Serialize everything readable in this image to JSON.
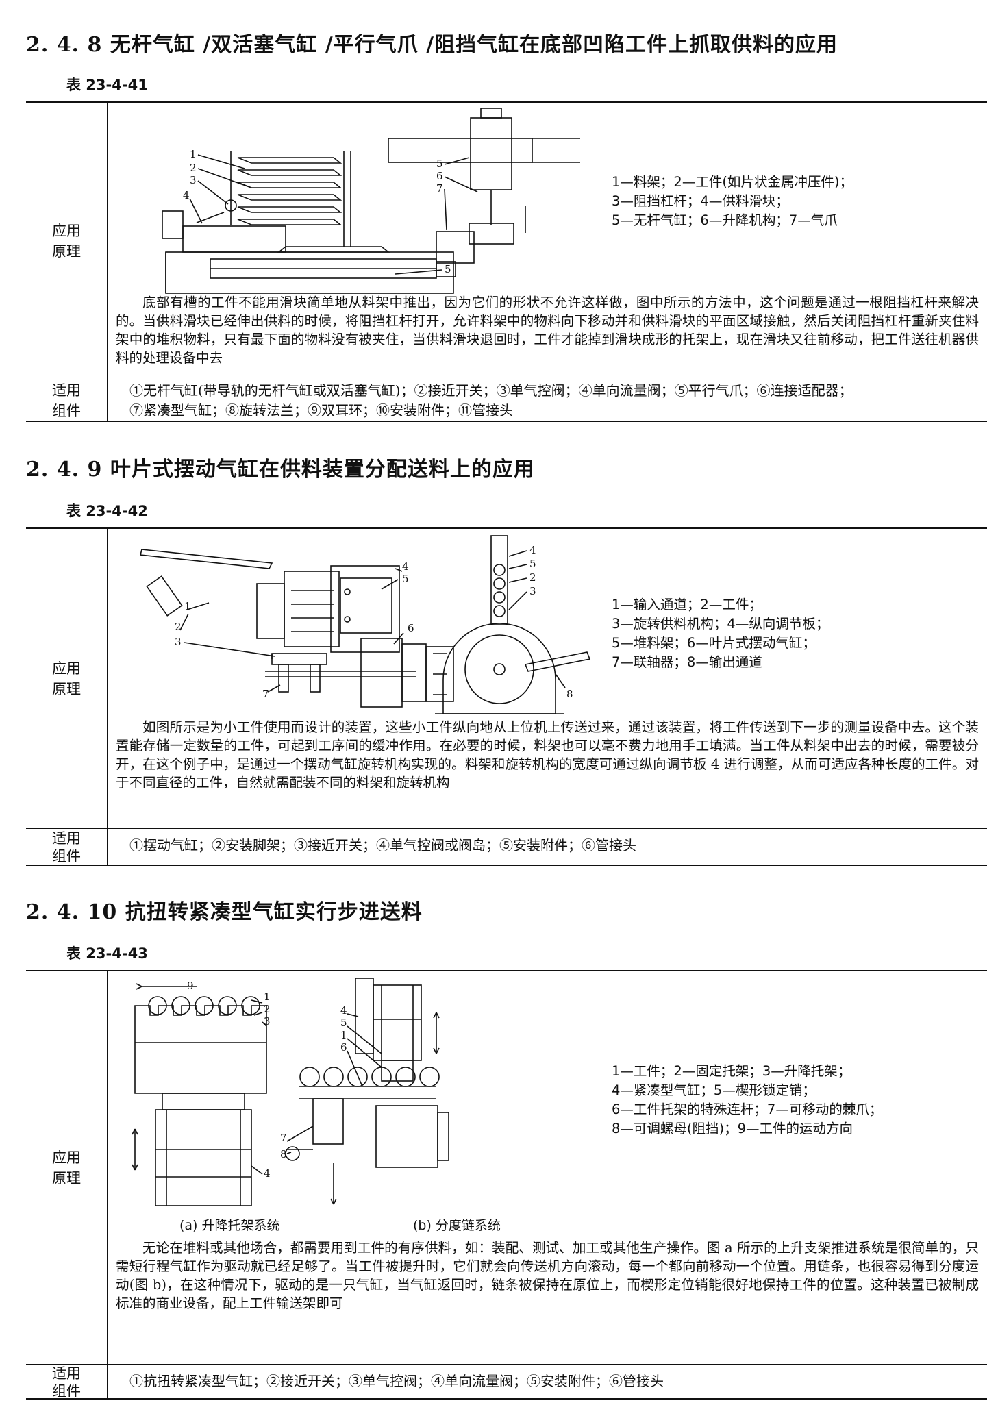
{
  "sections": [
    {
      "title": "2. 4. 8   无杆气缸 /双活塞气缸 /平行气爪 /阻挡气缸在底部凹陷工件上抓取供料的应用",
      "table_no": "表 23-4-41",
      "principle_label": [
        "应用",
        "原理"
      ],
      "legend": [
        "1—料架；2—工件(如片状金属冲压件)；",
        "3—阻挡杠杆；4—供料滑块；",
        "5—无杆气缸；6—升降机构；7—气爪"
      ],
      "figure_labels": [
        "1",
        "2",
        "3",
        "4",
        "5",
        "5",
        "6",
        "7"
      ],
      "text": "底部有槽的工件不能用滑块简单地从料架中推出，因为它们的形状不允许这样做，图中所示的方法中，这个问题是通过一根阻挡杠杆来解决的。当供料滑块已经伸出供料的时候，将阻挡杠杆打开，允许料架中的物料向下移动并和供料滑块的平面区域接触，然后关闭阻挡杠杆重新夹住料架中的堆积物料，只有最下面的物料没有被夹住，当供料滑块退回时，工件才能掉到滑块成形的托架上，现在滑块又往前移动，把工件送往机器供料的处理设备中去",
      "components_label": [
        "适用",
        "组件"
      ],
      "components": [
        "①无杆气缸(带导轨的无杆气缸或双活塞气缸)；②接近开关；③单气控阀；④单向流量阀；⑤平行气爪；⑥连接适配器；",
        "⑦紧凑型气缸；⑧旋转法兰；⑨双耳环；⑩安装附件；⑪管接头"
      ]
    },
    {
      "title": "2. 4. 9   叶片式摆动气缸在供料装置分配送料上的应用",
      "table_no": "表 23-4-42",
      "principle_label": [
        "应用",
        "原理"
      ],
      "legend": [
        "1—输入通道；2—工件；",
        "3—旋转供料机构；4—纵向调节板；",
        "5—堆料架；6—叶片式摆动气缸；",
        "7—联轴器；8—输出通道"
      ],
      "figure_labels": [
        "1",
        "2",
        "3",
        "4",
        "5",
        "6",
        "7",
        "4",
        "5",
        "2",
        "3",
        "8"
      ],
      "text": "如图所示是为小工件使用而设计的装置，这些小工件纵向地从上位机上传送过来，通过该装置，将工件传送到下一步的测量设备中去。这个装置能存储一定数量的工件，可起到工序间的缓冲作用。在必要的时候，料架也可以毫不费力地用手工填满。当工件从料架中出去的时候，需要被分开，在这个例子中，是通过一个摆动气缸旋转机构实现的。料架和旋转机构的宽度可通过纵向调节板 4 进行调整，从而可适应各种长度的工件。对于不同直径的工件，自然就需配装不同的料架和旋转机构",
      "components_label": [
        "适用",
        "组件"
      ],
      "components": [
        "①摆动气缸；②安装脚架；③接近开关；④单气控阀或阀岛；⑤安装附件；⑥管接头"
      ]
    },
    {
      "title": "2. 4. 10   抗扭转紧凑型气缸实行步进送料",
      "table_no": "表 23-4-43",
      "principle_label": [
        "应用",
        "原理"
      ],
      "legend": [
        "1—工件；2—固定托架；3—升降托架；",
        "4—紧凑型气缸；5—楔形锁定销；",
        "6—工件托架的特殊连杆；7—可移动的棘爪；",
        "8—可调螺母(阻挡)；9—工件的运动方向"
      ],
      "figure_labels": [
        "9",
        "1",
        "2",
        "3",
        "4",
        "4",
        "5",
        "1",
        "6",
        "7",
        "8"
      ],
      "captions": [
        "(a) 升降托架系统",
        "(b) 分度链系统"
      ],
      "text": "无论在堆料或其他场合，都需要用到工件的有序供料，如：装配、测试、加工或其他生产操作。图 a 所示的上升支架推进系统是很简单的，只需短行程气缸作为驱动就已经足够了。当工件被提升时，它们就会向传送机方向滚动，每一个都向前移动一个位置。用链条，也很容易得到分度运动(图 b)，在这种情况下，驱动的是一只气缸，当气缸返回时，链条被保持在原位上，而楔形定位销能很好地保持工件的位置。这种装置已被制成标准的商业设备，配上工件输送架即可",
      "components_label": [
        "适用",
        "组件"
      ],
      "components": [
        "①抗扭转紧凑型气缸；②接近开关；③单气控阀；④单向流量阀；⑤安装附件；⑥管接头"
      ]
    }
  ]
}
